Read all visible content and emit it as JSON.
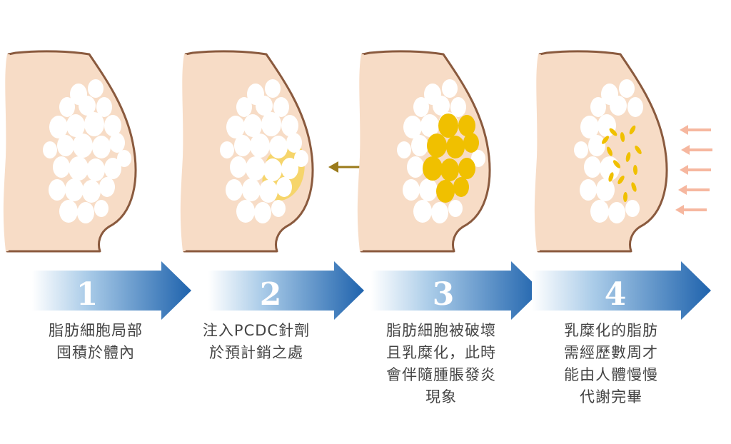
{
  "colors": {
    "skin": "#f7dcc6",
    "outline": "#8a5a3e",
    "fat_cell": "#ffffff",
    "injection": "#f5d020",
    "dissolved_fat": "#f0c000",
    "arrow_pointer": "#9a7a1a",
    "excretion_arrows": "#f6b79f",
    "progress_arrow": "#1f63ad",
    "caption_text": "#444444"
  },
  "steps": [
    {
      "number": "1",
      "caption": [
        "脂肪細胞局部",
        "囤積於體內"
      ]
    },
    {
      "number": "2",
      "caption": [
        "注入PCDC針劑",
        "於預計銷之處"
      ]
    },
    {
      "number": "3",
      "caption": [
        "脂肪細胞被破壞",
        "且乳糜化，此時",
        "會伴隨腫脹發炎",
        "現象"
      ]
    },
    {
      "number": "4",
      "caption": [
        "乳糜化的脂肪",
        "需經歷數周才",
        "能由人體慢慢",
        "代謝完畢"
      ]
    }
  ]
}
